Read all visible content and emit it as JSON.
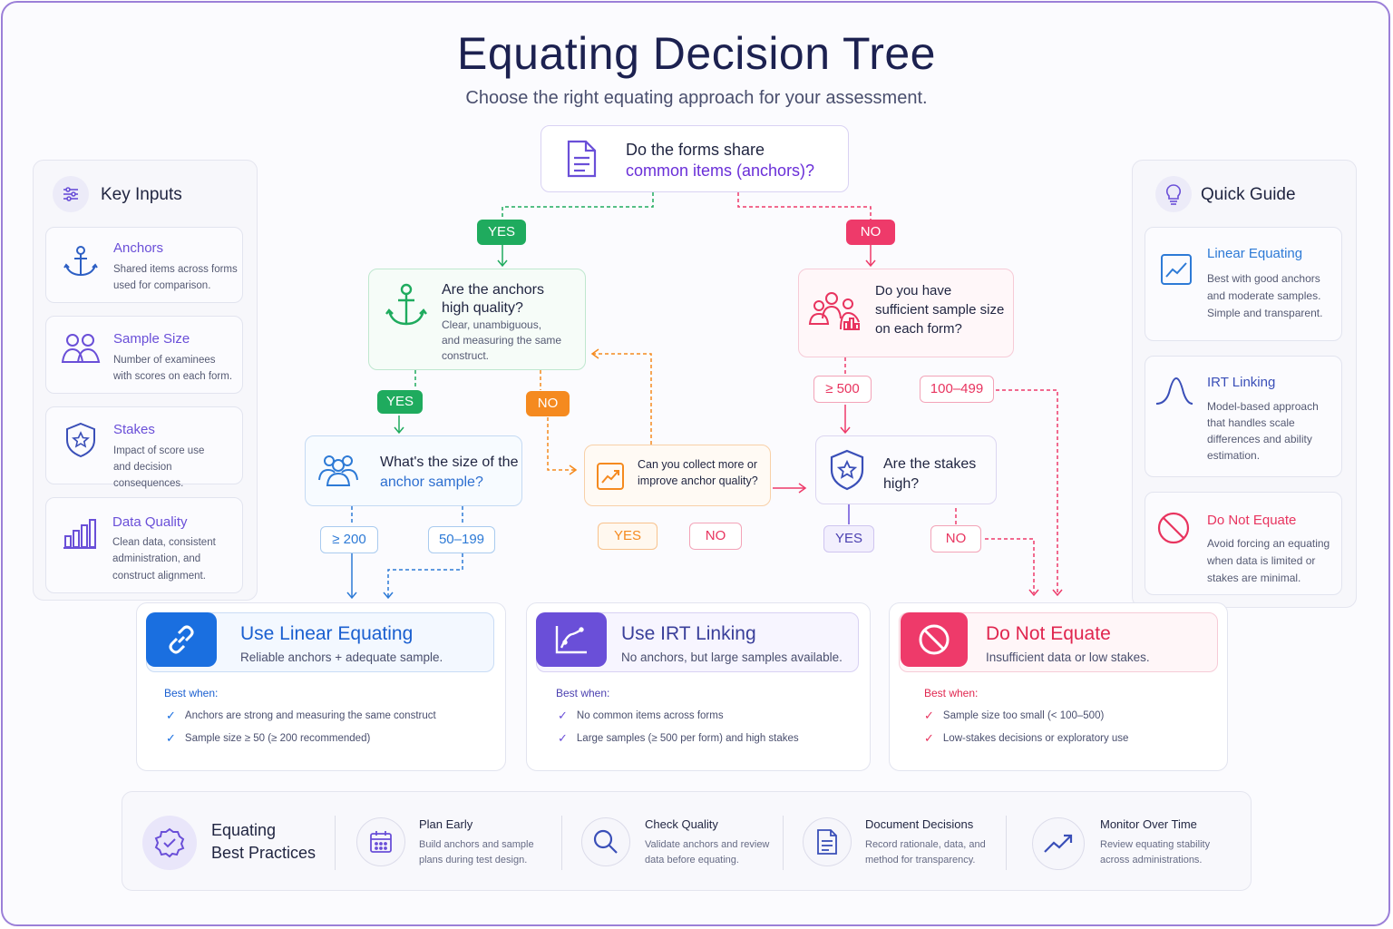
{
  "header": {
    "title": "Equating Decision Tree",
    "subtitle": "Choose the right equating approach for your assessment."
  },
  "key_inputs": {
    "title": "Key Inputs",
    "items": [
      {
        "label": "Anchors",
        "desc1": "Shared items across forms",
        "desc2": "used for comparison.",
        "icon": "anchor-icon"
      },
      {
        "label": "Sample Size",
        "desc1": "Number of examinees",
        "desc2": "with scores on each form.",
        "icon": "users-icon"
      },
      {
        "label": "Stakes",
        "desc1": "Impact of score use",
        "desc2": "and decision consequences.",
        "icon": "shield-star-icon"
      },
      {
        "label": "Data Quality",
        "desc1": "Clean data, consistent",
        "desc2": "administration, and",
        "desc3": "construct alignment.",
        "icon": "bar-chart-icon"
      }
    ]
  },
  "quick_guide": {
    "title": "Quick Guide",
    "items": [
      {
        "label": "Linear Equating",
        "lines": [
          "Best with good anchors",
          "and moderate samples.",
          "Simple and transparent."
        ],
        "icon": "line-chart-icon"
      },
      {
        "label": "IRT Linking",
        "lines": [
          "Model-based approach",
          "that handles scale",
          "differences and ability",
          "estimation."
        ],
        "icon": "bell-curve-icon"
      },
      {
        "label": "Do Not Equate",
        "lines": [
          "Avoid forcing an equating",
          "when data is limited or",
          "stakes are minimal."
        ],
        "icon": "prohibited-icon"
      }
    ]
  },
  "tree": {
    "root": {
      "line1": "Do the forms share",
      "line2": "common items (anchors)?"
    },
    "yes": "YES",
    "no": "NO",
    "anchor_quality": {
      "line1": "Are the anchors",
      "line2": "high quality?",
      "d1": "Clear, unambiguous,",
      "d2": "and measuring the same",
      "d3": "construct."
    },
    "sample_size": {
      "line1": "Do you have",
      "line2": "sufficient sample size",
      "line3": "on each form?"
    },
    "anchor_sample": {
      "line1": "What's the size of the",
      "line2": "anchor sample?"
    },
    "collect_more": {
      "line1": "Can you collect more or",
      "line2": "improve anchor quality?"
    },
    "stakes": {
      "line1": "Are the stakes",
      "line2": "high?"
    },
    "ge500": "≥ 500",
    "range_100_499": "100–499",
    "ge200": "≥ 200",
    "range_50_199": "50–199"
  },
  "results": [
    {
      "title": "Use Linear Equating",
      "sub": "Reliable anchors + adequate sample.",
      "best": "Best when:",
      "checks": [
        "Anchors are strong and measuring the same construct",
        "Sample size ≥ 50 (≥ 200 recommended)"
      ],
      "color": "#1a6fe0",
      "icon": "link-icon"
    },
    {
      "title": "Use IRT Linking",
      "sub": "No anchors, but large samples available.",
      "best": "Best when:",
      "checks": [
        "No common items across forms",
        "Large samples (≥ 500 per form) and high stakes"
      ],
      "color": "#6a4fd8",
      "icon": "curve-chart-icon"
    },
    {
      "title": "Do Not Equate",
      "sub": "Insufficient data or low stakes.",
      "best": "Best when:",
      "checks": [
        "Sample size too small (< 100–500)",
        "Low-stakes decisions or exploratory use"
      ],
      "color": "#e8345f",
      "icon": "prohibited-icon"
    }
  ],
  "best_practices": {
    "title1": "Equating",
    "title2": "Best Practices",
    "items": [
      {
        "h": "Plan Early",
        "d1": "Build anchors and sample",
        "d2": "plans during test design.",
        "icon": "calendar-icon"
      },
      {
        "h": "Check Quality",
        "d1": "Validate anchors and review",
        "d2": "data before equating.",
        "icon": "magnifier-icon"
      },
      {
        "h": "Document Decisions",
        "d1": "Record rationale, data, and",
        "d2": "method for transparency.",
        "icon": "document-icon"
      },
      {
        "h": "Monitor Over Time",
        "d1": "Review equating stability",
        "d2": "across administrations.",
        "icon": "trend-up-icon"
      }
    ]
  },
  "colors": {
    "green": "#1fab5e",
    "red": "#ee3a6a",
    "orange": "#f58a1f",
    "blue": "#2d7ad6",
    "purple": "#6a4fd8"
  }
}
